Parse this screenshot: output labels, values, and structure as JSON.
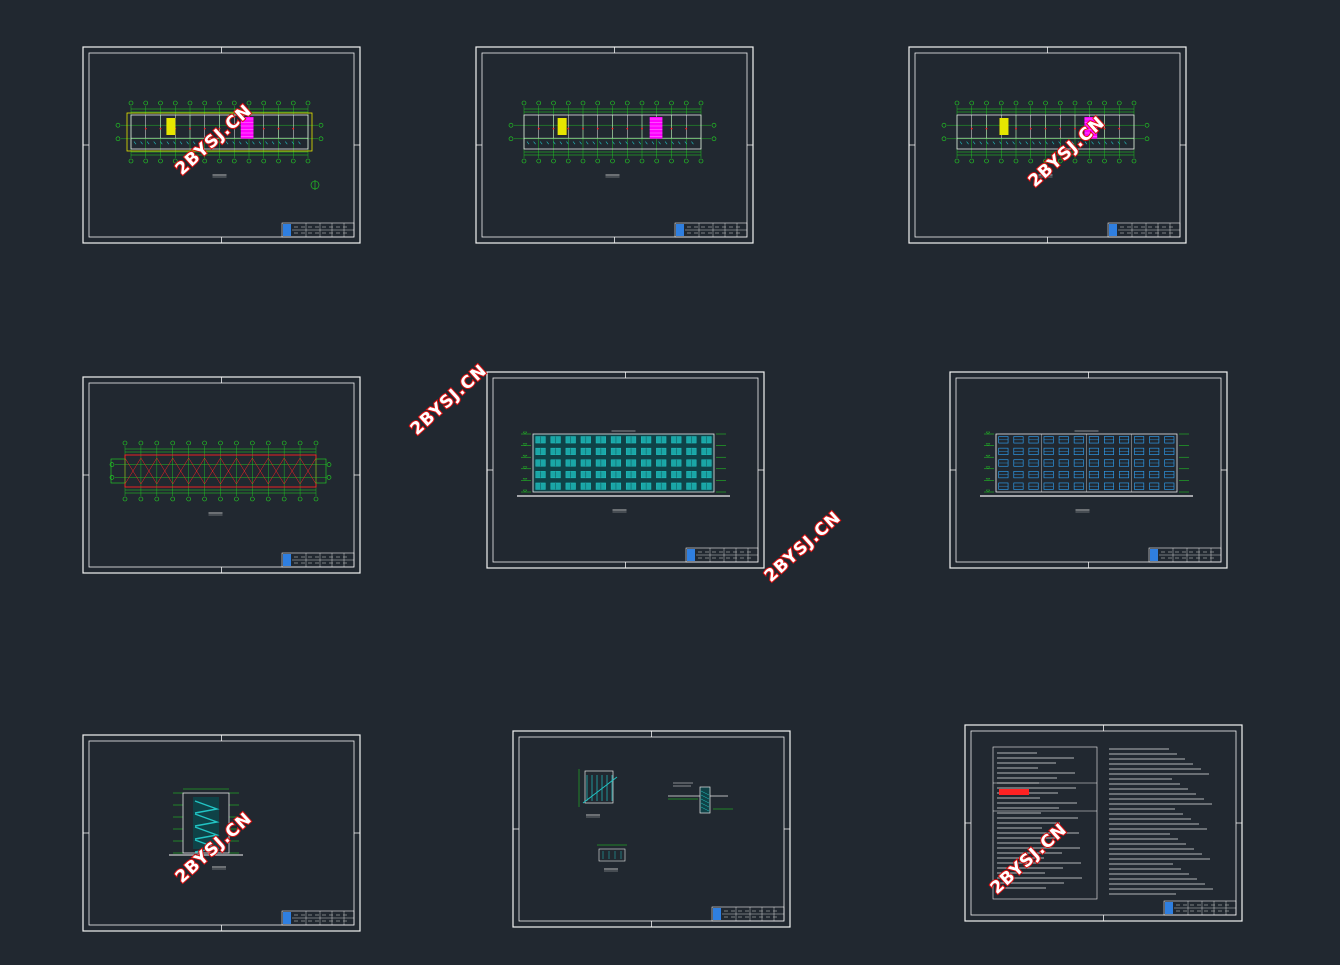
{
  "window": {
    "background": "#212830"
  },
  "watermark": {
    "text": "2BYSJ.CN",
    "fill": "#ffffff",
    "outline": "#dd1111"
  },
  "colors": {
    "frame": "#f2f2f2",
    "grid": "#22dd22",
    "wall": "#e8e8e8",
    "accent_red": "#ff2222",
    "accent_magenta": "#ff00ff",
    "accent_yellow": "#e6e600",
    "facade": "#22c4c4",
    "window": "#2fa8ff",
    "title_block": "#2f7fe0"
  },
  "sheets": [
    {
      "name": "sheet-floor-plan-1",
      "kind": "plan",
      "icon": "floor-plan-icon"
    },
    {
      "name": "sheet-floor-plan-2",
      "kind": "plan",
      "icon": "floor-plan-icon"
    },
    {
      "name": "sheet-floor-plan-3",
      "kind": "plan",
      "icon": "floor-plan-icon"
    },
    {
      "name": "sheet-roof-plan",
      "kind": "roof",
      "icon": "roof-plan-icon"
    },
    {
      "name": "sheet-front-elevation",
      "kind": "elev-cyan",
      "icon": "elevation-icon"
    },
    {
      "name": "sheet-rear-elevation",
      "kind": "elev-blue",
      "icon": "elevation-icon"
    },
    {
      "name": "sheet-section",
      "kind": "section",
      "icon": "section-icon"
    },
    {
      "name": "sheet-details",
      "kind": "details",
      "icon": "detail-icon"
    },
    {
      "name": "sheet-design-notes",
      "kind": "notes",
      "icon": "notes-icon"
    }
  ]
}
